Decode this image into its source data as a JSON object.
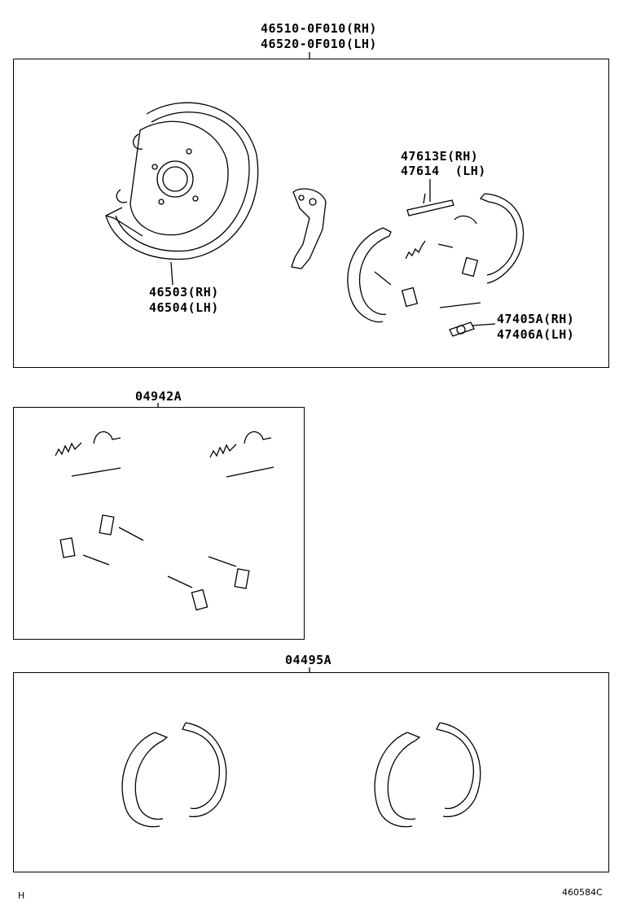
{
  "assembly": {
    "part_rh": "46510-0F010(RH)",
    "part_lh": "46520-0F010(LH)"
  },
  "backing_plate": {
    "part_rh": "46503(RH)",
    "part_lh": "46504(LH)"
  },
  "strut": {
    "part_rh": "47613E(RH)",
    "part_lh": "47614  (LH)"
  },
  "adjuster": {
    "part_rh": "47405A(RH)",
    "part_lh": "47406A(LH)"
  },
  "spring_kit": {
    "part": "04942A"
  },
  "shoe_kit": {
    "part": "04495A"
  },
  "footer": {
    "left_mark": "H",
    "figure_id": "460584C"
  }
}
